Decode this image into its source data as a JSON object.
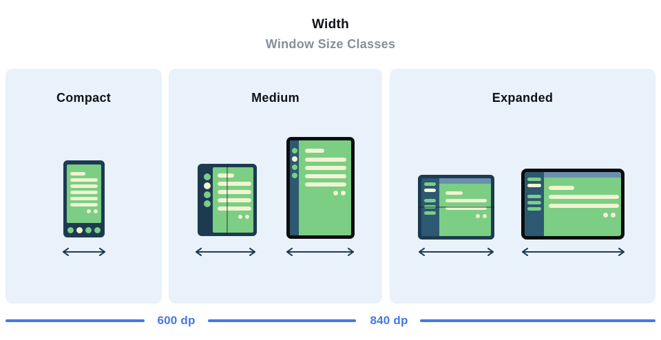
{
  "header": {
    "title": "Width",
    "subtitle": "Window Size Classes"
  },
  "panels": [
    {
      "label": "Compact",
      "illustrations": [
        "phone"
      ]
    },
    {
      "label": "Medium",
      "illustrations": [
        "foldable-open",
        "tablet-portrait"
      ]
    },
    {
      "label": "Expanded",
      "illustrations": [
        "foldable-landscape",
        "desktop"
      ]
    }
  ],
  "ruler": {
    "labels": [
      "600 dp",
      "840 dp"
    ]
  },
  "icons": {
    "width_arrow": "↔"
  },
  "colors": {
    "heading_black": "#0e1116",
    "subtitle_gray": "#868e98",
    "panel_bg": "#e9f1fa",
    "frame_navy": "#1d3a51",
    "frame_black": "#0c0d0e",
    "rail_navy": "#2d5871",
    "screen_green": "#7bce84",
    "content_cream": "#f1f4d2",
    "topbar_blue": "#6b90ae",
    "ruler_blue": "#4577e6"
  }
}
